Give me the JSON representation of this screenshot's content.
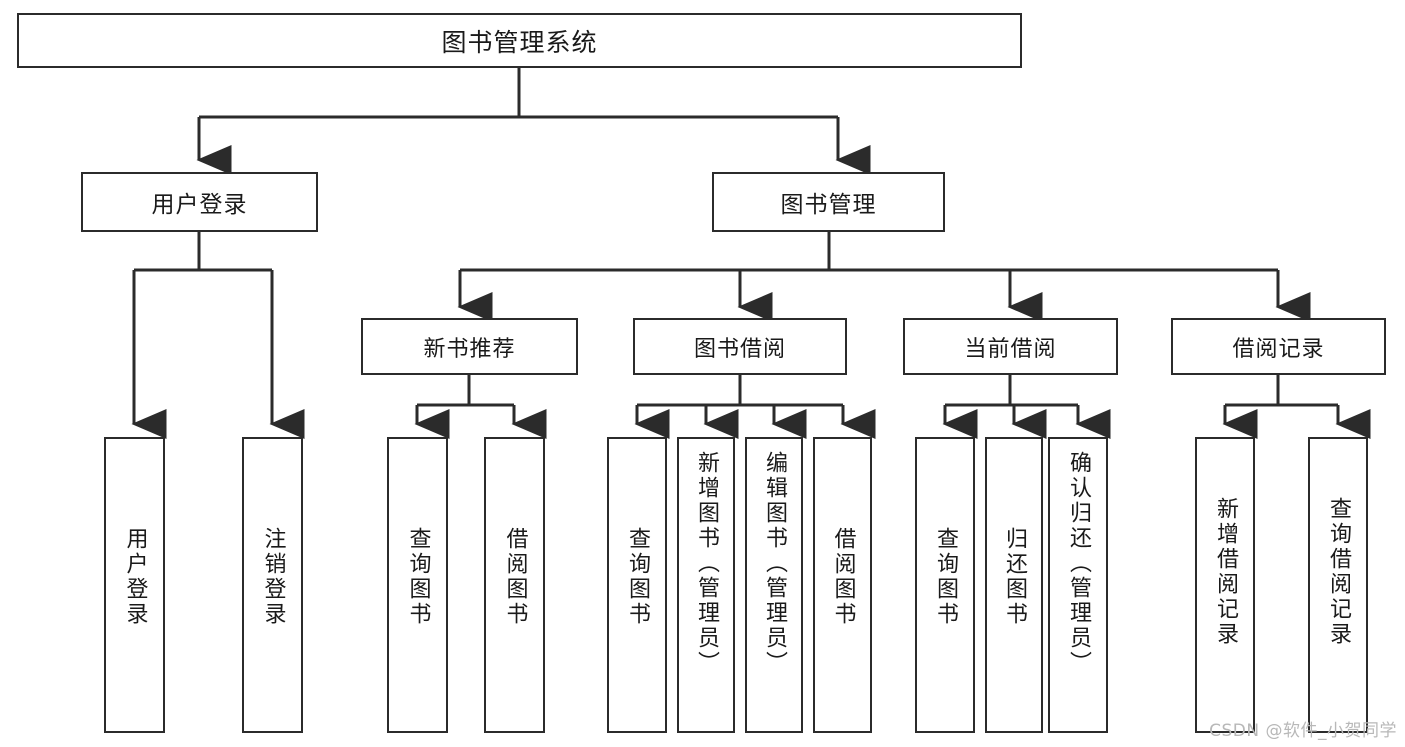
{
  "diagram": {
    "title": "图书管理系统",
    "type": "hierarchy-tree",
    "watermark": "CSDN @软件_小贺同学",
    "colors": {
      "box_border": "#2b2b2b",
      "box_fill": "#ffffff",
      "edge": "#2b2b2b",
      "text": "#1a1a1a",
      "background": "#ffffff",
      "watermark": "#b8b8b8"
    },
    "root": {
      "label": "图书管理系统"
    },
    "level1": [
      {
        "label": "用户登录"
      },
      {
        "label": "图书管理"
      }
    ],
    "level2": [
      {
        "label": "新书推荐"
      },
      {
        "label": "图书借阅"
      },
      {
        "label": "当前借阅"
      },
      {
        "label": "借阅记录"
      }
    ],
    "leaves": {
      "user_login": [
        {
          "label": "用户登录"
        },
        {
          "label": "注销登录"
        }
      ],
      "new_book_recommend": [
        {
          "label": "查询图书"
        },
        {
          "label": "借阅图书"
        }
      ],
      "book_borrow": [
        {
          "label": "查询图书"
        },
        {
          "label": "新增图书（管理员）"
        },
        {
          "label": "编辑图书（管理员）"
        },
        {
          "label": "借阅图书"
        }
      ],
      "current_borrow": [
        {
          "label": "查询图书"
        },
        {
          "label": "归还图书"
        },
        {
          "label": "确认归还（管理员）"
        }
      ],
      "borrow_record": [
        {
          "label": "新增借阅记录"
        },
        {
          "label": "查询借阅记录"
        }
      ]
    }
  }
}
